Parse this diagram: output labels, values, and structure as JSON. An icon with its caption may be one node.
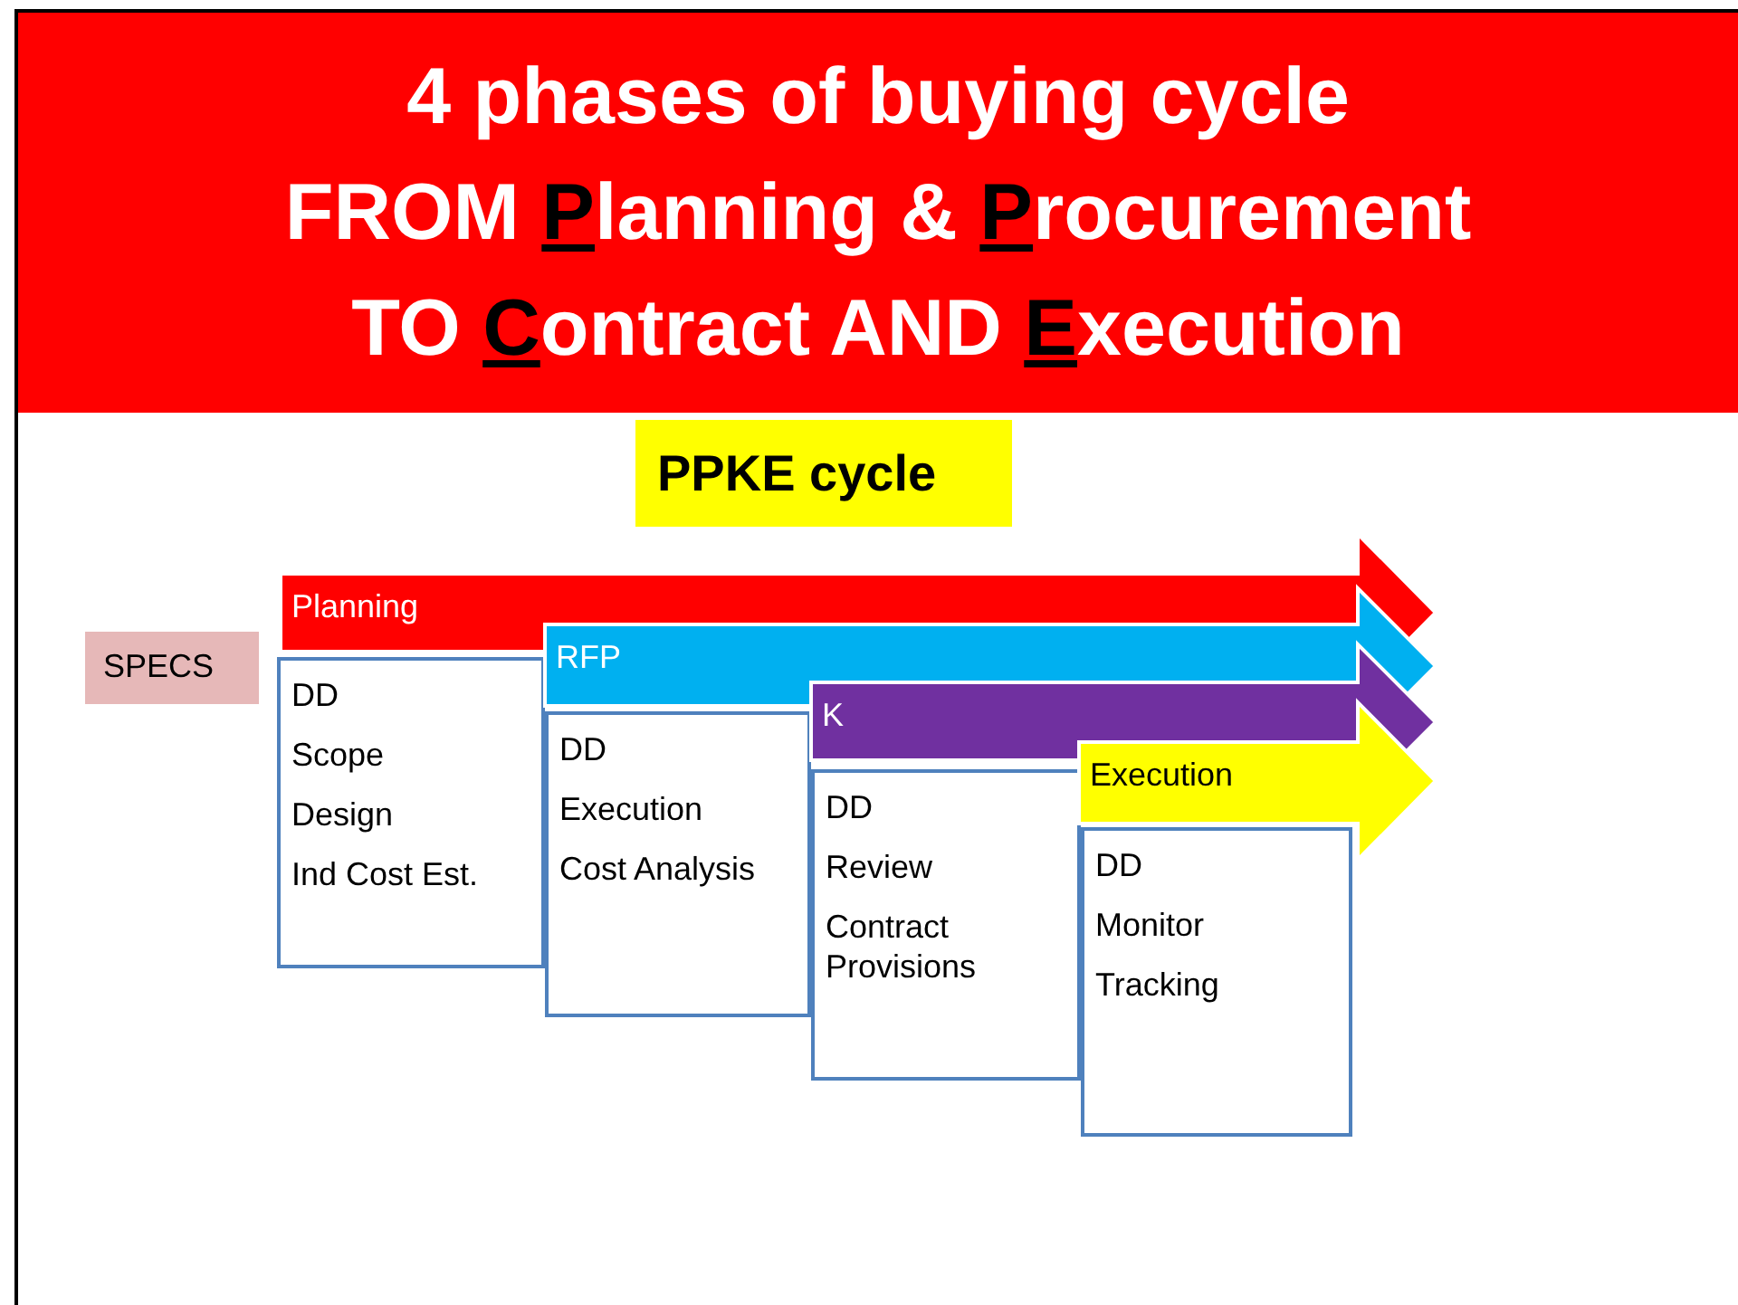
{
  "diagram": {
    "title": "4 phases of buying cycle FROM **P**lanning & **P**rocurement TO **C**ontract AND **E**xecution",
    "nodes": [
      {
        "text": [
          "PPKE cycle"
        ]
      },
      {
        "text": [
          "SPECS"
        ]
      },
      {
        "text": [
          "Planning"
        ]
      },
      {
        "text": [
          "DD",
          "Scope",
          "Design",
          "Ind Cost Est."
        ]
      },
      {
        "text": [
          "RFP"
        ]
      },
      {
        "text": [
          "DD",
          "Execution",
          "Cost Analysis"
        ]
      },
      {
        "text": [
          "K"
        ]
      },
      {
        "text": [
          "DD",
          "Review",
          "Contract Provisions"
        ]
      },
      {
        "text": [
          "Execution"
        ]
      },
      {
        "text": [
          "DD",
          "Monitor",
          "Tracking"
        ]
      }
    ]
  }
}
